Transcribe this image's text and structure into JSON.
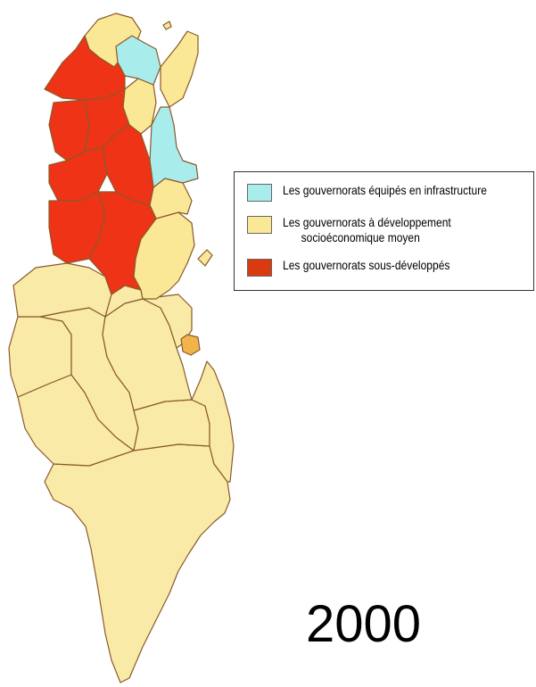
{
  "colors": {
    "infrastructure": "#a8ecec",
    "moyen": "#fbe896",
    "moyen_light": "#faeaa8",
    "sous_developpe": "#ee3316",
    "island": "#f2b44a",
    "border": "#8a5a2a"
  },
  "legend": {
    "items": [
      {
        "label": "Les gouvernorats équipés en infrastructure",
        "color": "#a8ecec"
      },
      {
        "label_line1": "Les gouvernorats à développement",
        "label_line2": "socioéconomique moyen",
        "color": "#fbe896"
      },
      {
        "label": "Les gouvernorats sous-développés",
        "color": "#d93a10"
      }
    ]
  },
  "year": "2000"
}
